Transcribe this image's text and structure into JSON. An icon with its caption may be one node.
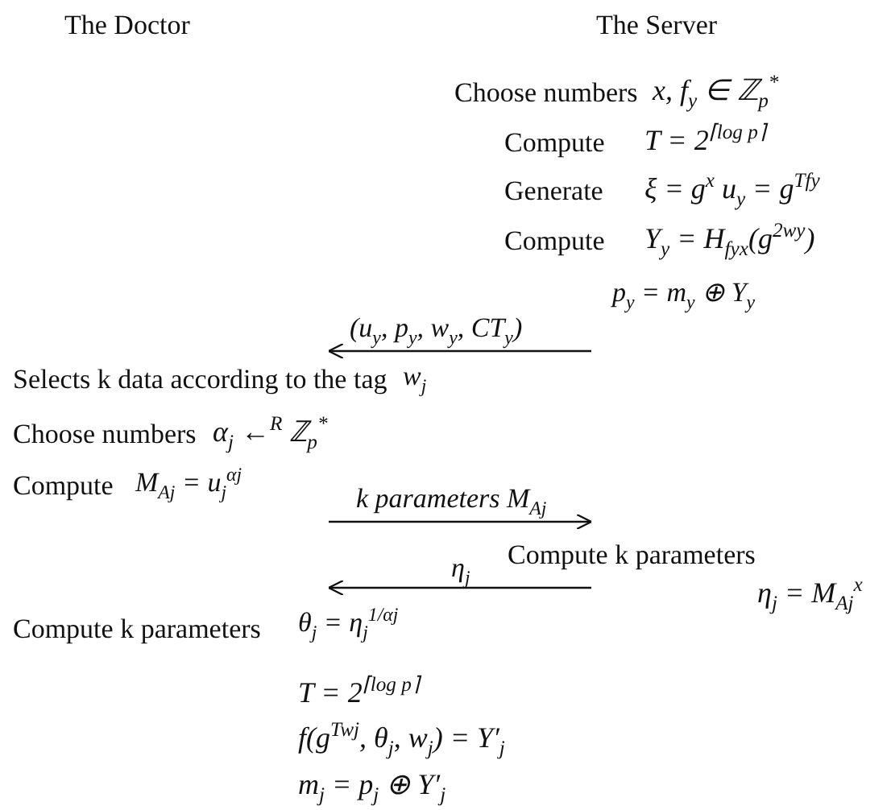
{
  "diagram": {
    "nodes": [
      {
        "text": [
          "p$_{y}$ = m$_{y}$ ⊕ Y$_{y}$"
        ]
      },
      {
        "text": [
          "Selects k data according to the tag",
          "w$_{j}$"
        ]
      },
      {
        "text": [
          "Compute",
          "M$_{Aj}$ = u$_{j}$$^{αj}$"
        ]
      },
      {
        "text": [
          "Compute k parameters"
        ]
      },
      {
        "text": [
          "Compute k parameters",
          "θ$_{j}$ = η$_{j}$$^{1/αj}$"
        ]
      }
    ],
    "edges": [
      {
        "from": 0,
        "to": 1,
        "arrow": "to",
        "label": "(u$_{y}$, p$_{y}$, w$_{y}$, CT$_{y}$)"
      },
      {
        "from": 2,
        "to": 3,
        "arrow": "to",
        "label": "k parameters M$_{Aj}$"
      },
      {
        "from": 3,
        "to": 4,
        "arrow": "to",
        "label": "η$_{j}$"
      }
    ],
    "labels": [
      "The Doctor",
      "The Server",
      "Choose numbers",
      "x, f$_{y}$ ∈ ℤ$_{p}$$^{*}$",
      "Compute",
      "T = 2$^{⌈log p⌉}$",
      "Generate",
      "ξ = g$^{x}$ u$_{y}$ = g$^{Tfy}$",
      "Compute",
      "Y$_{y}$ = H$_{fyx}$(g$^{2wy}$)",
      "Choose numbers",
      "α$_{j}$ ←$^{R}$ ℤ$_{p}$$^{*}$",
      "η$_{j}$ = M$_{Aj}$$^{x}$",
      "T = 2$^{⌈log p⌉}$",
      "f(g$^{Twj}$, θ$_{j}$, w$_{j}$) = Y′$_{j}$",
      "m$_{j}$ = p$_{j}$ ⊕ Y′$_{j}$"
    ]
  }
}
